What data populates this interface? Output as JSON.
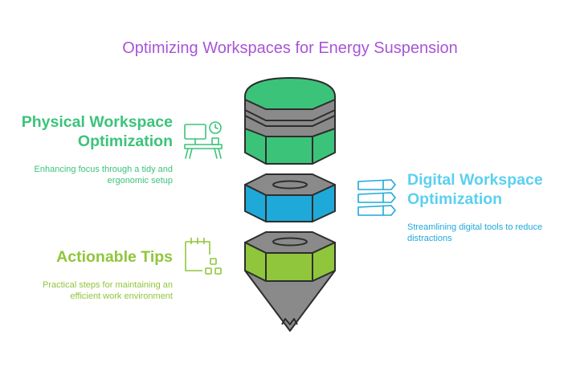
{
  "title": "Optimizing Workspaces for Energy Suspension",
  "sections": [
    {
      "id": "physical",
      "title": "Physical Workspace Optimization",
      "description": "Enhancing focus through a tidy and ergonomic setup",
      "color": "#3cc37a",
      "icon": "desk-computer-icon"
    },
    {
      "id": "digital",
      "title": "Digital Workspace Optimization",
      "description": "Streamlining digital tools to reduce distractions",
      "color": "#1fa9d9",
      "icon": "stacked-layers-icon"
    },
    {
      "id": "tips",
      "title": "Actionable Tips",
      "description": "Practical steps for maintaining an efficient work environment",
      "color": "#8fc63b",
      "icon": "calendar-checklist-icon"
    }
  ]
}
